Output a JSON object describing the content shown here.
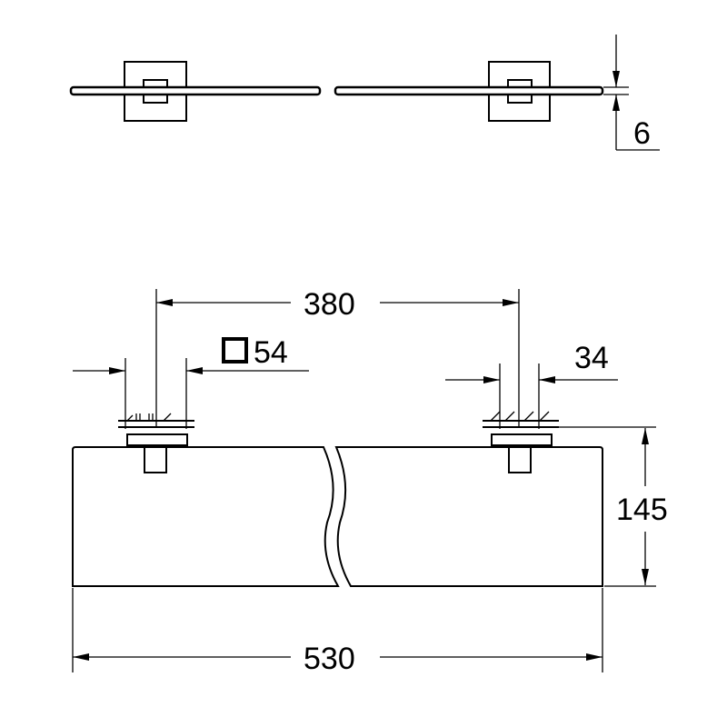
{
  "title": "Glass shelf dimension drawing",
  "dimensions": {
    "thickness": "6",
    "bracket_spacing": "380",
    "bracket_square": "54",
    "bracket_depth": "34",
    "depth": "145",
    "width": "530"
  },
  "colors": {
    "line": "#000000",
    "background": "#ffffff"
  }
}
